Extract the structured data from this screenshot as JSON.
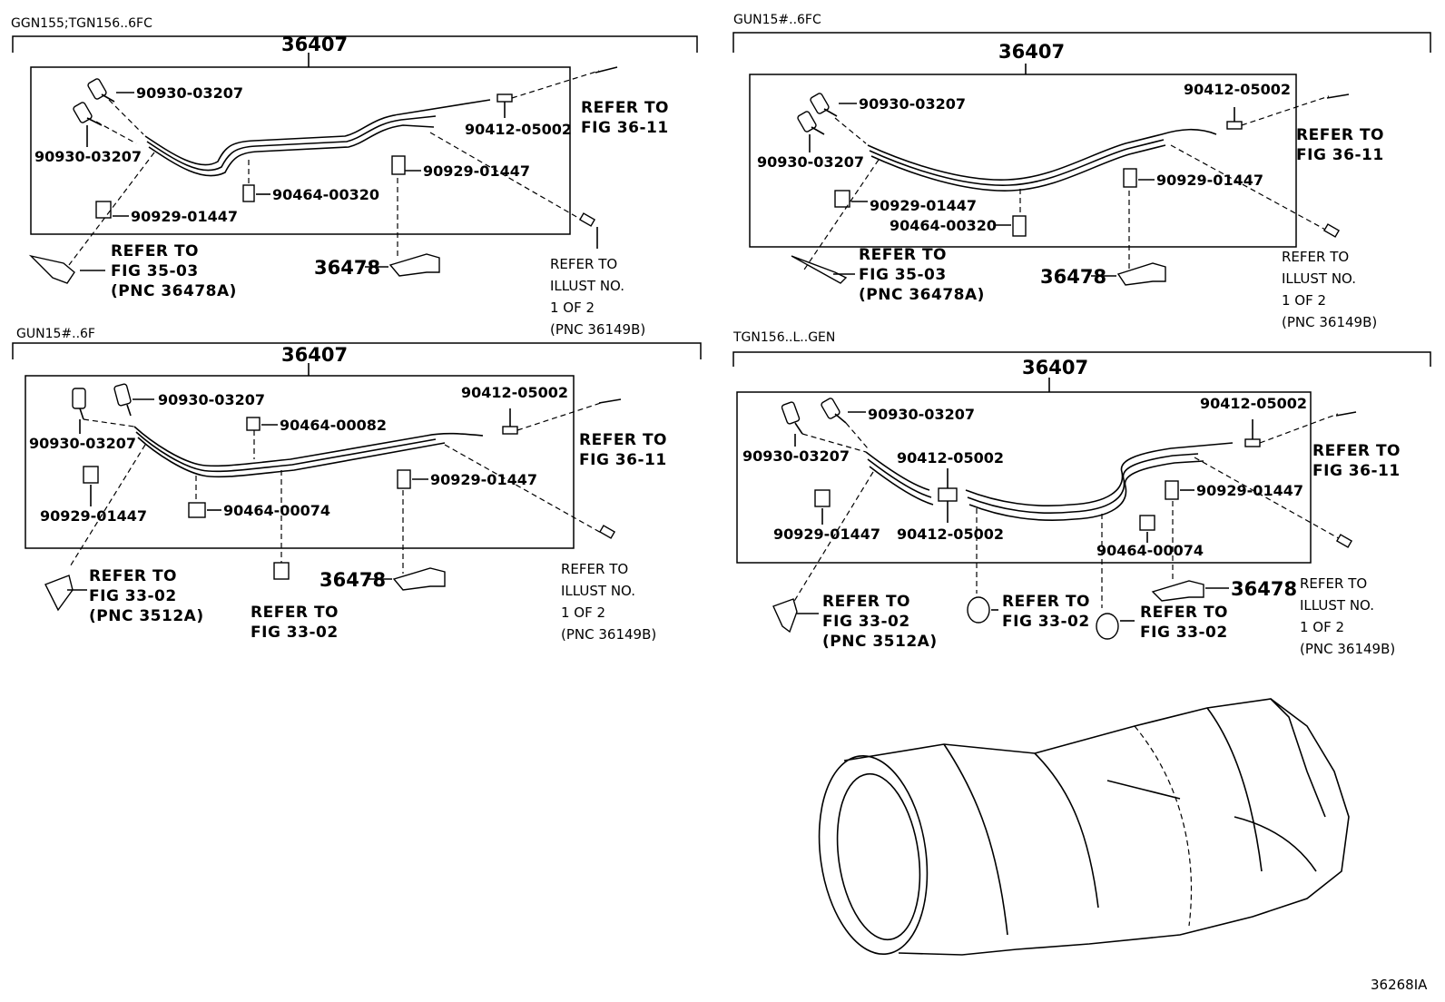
{
  "diagram_id": "36268IA",
  "panels": [
    {
      "variant": "GGN155;TGN156..6FC",
      "assembly": "36407",
      "parts": {
        "sensor_a": "90930-03207",
        "sensor_b": "90930-03207",
        "union": "90412-05002",
        "clamp_right": "90929-01447",
        "clip_mid": "90464-00320",
        "clamp_left": "90929-01447",
        "bracket": "36478"
      },
      "refer_fig_right": [
        "REFER TO",
        "FIG 36-11"
      ],
      "refer_fig_left": [
        "REFER TO",
        "FIG 35-03",
        "(PNC 36478A)"
      ],
      "refer_illust": [
        "REFER TO",
        "ILLUST NO.",
        "1 OF 2",
        "(PNC 36149B)"
      ]
    },
    {
      "variant": "GUN15#..6FC",
      "assembly": "36407",
      "parts": {
        "sensor_a": "90930-03207",
        "sensor_b": "90930-03207",
        "union": "90412-05002",
        "clamp_right": "90929-01447",
        "clamp_left": "90929-01447",
        "clip_mid": "90464-00320",
        "bracket": "36478"
      },
      "refer_fig_right": [
        "REFER TO",
        "FIG 36-11"
      ],
      "refer_fig_left": [
        "REFER TO",
        "FIG 35-03",
        "(PNC 36478A)"
      ],
      "refer_illust": [
        "REFER TO",
        "ILLUST NO.",
        "1 OF 2",
        "(PNC 36149B)"
      ]
    },
    {
      "variant": "GUN15#..6F",
      "assembly": "36407",
      "parts": {
        "sensor_a": "90930-03207",
        "sensor_b": "90930-03207",
        "clip_top": "90464-00082",
        "union": "90412-05002",
        "clamp_right": "90929-01447",
        "clamp_left": "90929-01447",
        "clip_low": "90464-00074",
        "bracket": "36478"
      },
      "refer_fig_right": [
        "REFER TO",
        "FIG 36-11"
      ],
      "refer_fig_left": [
        "REFER TO",
        "FIG 33-02",
        "(PNC 3512A)"
      ],
      "refer_fig_mid": [
        "REFER TO",
        "FIG 33-02"
      ],
      "refer_illust": [
        "REFER TO",
        "ILLUST NO.",
        "1 OF 2",
        "(PNC 36149B)"
      ]
    },
    {
      "variant": "TGN156..L..GEN",
      "assembly": "36407",
      "parts": {
        "sensor_a": "90930-03207",
        "sensor_b": "90930-03207",
        "union_top": "90412-05002",
        "union_mid_top": "90412-05002",
        "union_mid_low": "90412-05002",
        "clamp_left": "90929-01447",
        "clamp_right": "90929-01447",
        "clip_low": "90464-00074",
        "bracket": "36478"
      },
      "refer_fig_right": [
        "REFER TO",
        "FIG 36-11"
      ],
      "refer_fig_left": [
        "REFER TO",
        "FIG 33-02",
        "(PNC 3512A)"
      ],
      "refer_fig_mid_a": [
        "REFER TO",
        "FIG 33-02"
      ],
      "refer_fig_mid_b": [
        "REFER TO",
        "FIG 33-02"
      ],
      "refer_illust": [
        "REFER TO",
        "ILLUST NO.",
        "1 OF 2",
        "(PNC 36149B)"
      ]
    }
  ]
}
